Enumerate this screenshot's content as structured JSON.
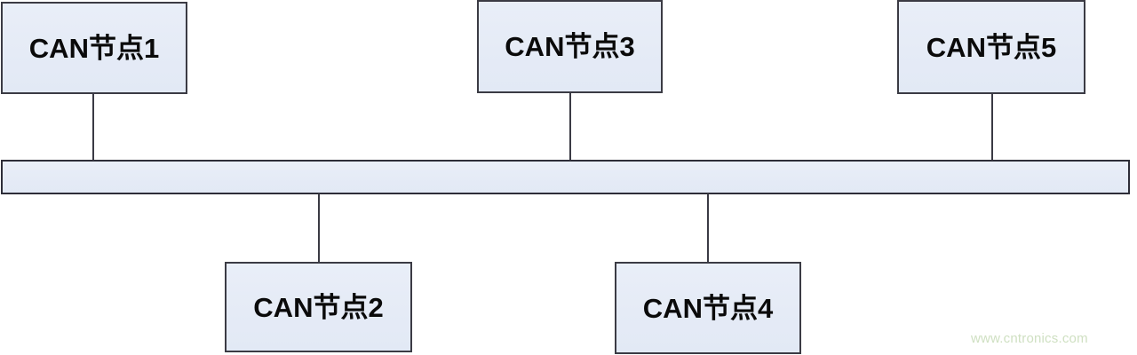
{
  "diagram": {
    "type": "can-bus-topology",
    "background_color": "#ffffff",
    "node_fill_color": "#e5ebf6",
    "node_border_color": "#3b3b44",
    "connector_color": "#3a3a44",
    "bus": {
      "label": "",
      "name": "can-bus-line"
    },
    "nodes": [
      {
        "id": "node1",
        "label": "CAN节点1",
        "position": "above-bus"
      },
      {
        "id": "node2",
        "label": "CAN节点2",
        "position": "below-bus"
      },
      {
        "id": "node3",
        "label": "CAN节点3",
        "position": "above-bus"
      },
      {
        "id": "node4",
        "label": "CAN节点4",
        "position": "below-bus"
      },
      {
        "id": "node5",
        "label": "CAN节点5",
        "position": "above-bus"
      }
    ],
    "watermark": {
      "text": "www.cntronics.com",
      "color": "#cfe0c2"
    }
  }
}
